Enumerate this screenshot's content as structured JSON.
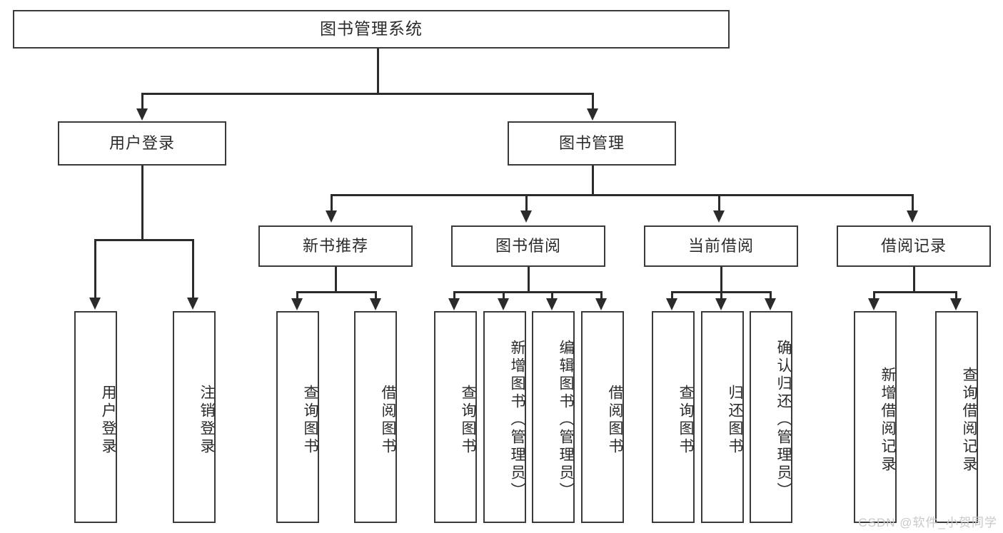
{
  "diagram": {
    "type": "tree-hierarchy",
    "title": "图书管理系统",
    "root": {
      "label": "图书管理系统"
    },
    "level2": [
      {
        "label": "用户登录"
      },
      {
        "label": "图书管理"
      }
    ],
    "level3": [
      {
        "label": "新书推荐"
      },
      {
        "label": "图书借阅"
      },
      {
        "label": "当前借阅"
      },
      {
        "label": "借阅记录"
      }
    ],
    "leaves": {
      "user_login": [
        {
          "label": "用户登录"
        },
        {
          "label": "注销登录"
        }
      ],
      "new_book_recommend": [
        {
          "label": "查询图书"
        },
        {
          "label": "借阅图书"
        }
      ],
      "book_borrow": [
        {
          "label": "查询图书"
        },
        {
          "label": "新增图书（管理员）"
        },
        {
          "label": "编辑图书（管理员）"
        },
        {
          "label": "借阅图书"
        }
      ],
      "current_borrow": [
        {
          "label": "查询图书"
        },
        {
          "label": "归还图书"
        },
        {
          "label": "确认归还（管理员）"
        }
      ],
      "borrow_record": [
        {
          "label": "新增借阅记录"
        },
        {
          "label": "查询借阅记录"
        }
      ]
    }
  },
  "watermark": {
    "text": "CSDN @软件_小贺同学"
  },
  "colors": {
    "background": "#ffffff",
    "box_border": "#3a3a3a",
    "connector": "#2b2b2b",
    "text": "#2b2b2b",
    "watermark": "#c9c9c9"
  }
}
